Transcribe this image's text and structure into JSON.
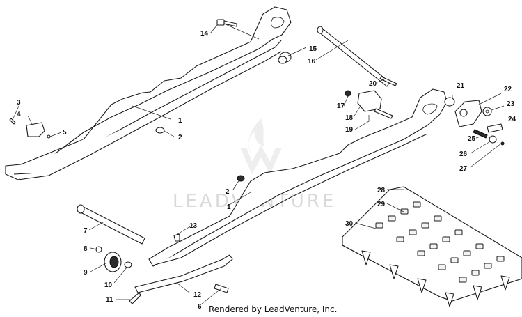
{
  "watermark": {
    "brand": "LEADVENTURE"
  },
  "credit": "Rendered by LeadVenture, Inc.",
  "callouts": [
    {
      "label": "1"
    },
    {
      "label": "1"
    },
    {
      "label": "2"
    },
    {
      "label": "2"
    },
    {
      "label": "3"
    },
    {
      "label": "4"
    },
    {
      "label": "5"
    },
    {
      "label": "6"
    },
    {
      "label": "7"
    },
    {
      "label": "8"
    },
    {
      "label": "9"
    },
    {
      "label": "10"
    },
    {
      "label": "11"
    },
    {
      "label": "12"
    },
    {
      "label": "13"
    },
    {
      "label": "14"
    },
    {
      "label": "15"
    },
    {
      "label": "16"
    },
    {
      "label": "17"
    },
    {
      "label": "18"
    },
    {
      "label": "19"
    },
    {
      "label": "20"
    },
    {
      "label": "21"
    },
    {
      "label": "22"
    },
    {
      "label": "23"
    },
    {
      "label": "24"
    },
    {
      "label": "25"
    },
    {
      "label": "26"
    },
    {
      "label": "27"
    },
    {
      "label": "28"
    },
    {
      "label": "29"
    },
    {
      "label": "30"
    }
  ]
}
